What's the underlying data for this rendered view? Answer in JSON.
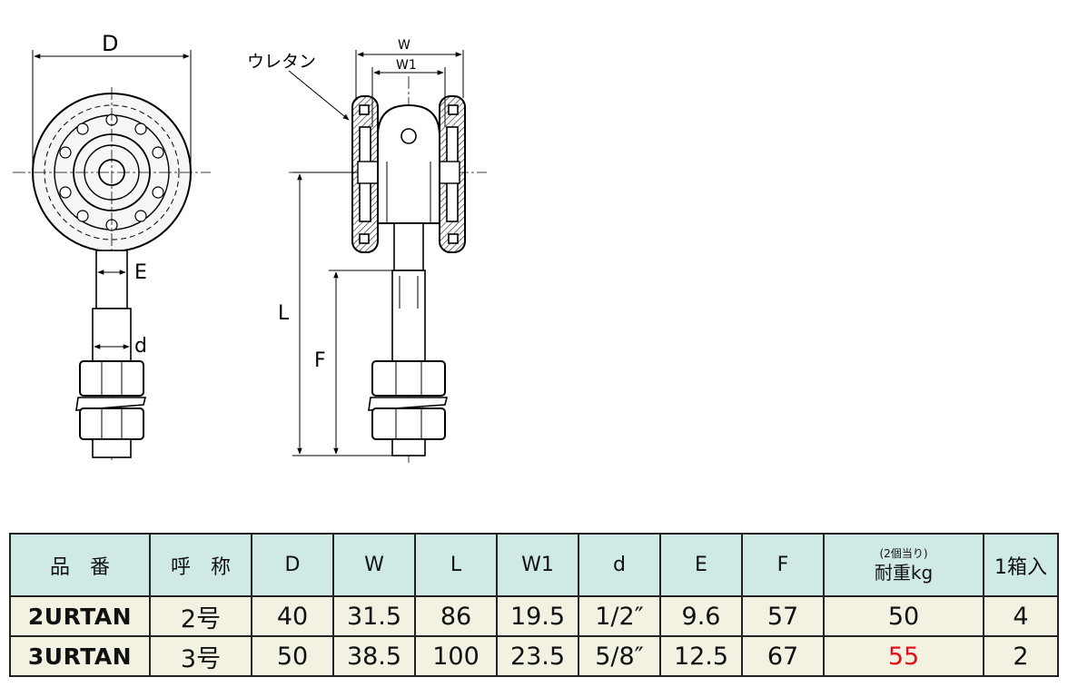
{
  "drawing": {
    "labels": {
      "D": "D",
      "E": "E",
      "d": "d",
      "W": "W",
      "W1": "W1",
      "L": "L",
      "F": "F",
      "urethane": "ウレタン"
    }
  },
  "table": {
    "headers": {
      "part_no": "品　番",
      "nominal": "呼　称",
      "D": "D",
      "W": "W",
      "L": "L",
      "W1": "W1",
      "d": "d",
      "E": "E",
      "F": "F",
      "load_note": "(2個当り)",
      "load": "耐重kg",
      "box": "1箱入"
    },
    "rows": [
      {
        "part_no": "2URTAN",
        "nominal": "2号",
        "D": "40",
        "W": "31.5",
        "L": "86",
        "W1": "19.5",
        "d": "1/2″",
        "E": "9.6",
        "F": "57",
        "load": "50",
        "box": "4"
      },
      {
        "part_no": "3URTAN",
        "nominal": "3号",
        "D": "50",
        "W": "38.5",
        "L": "100",
        "W1": "23.5",
        "d": "5/8″",
        "E": "12.5",
        "F": "67",
        "load": "55",
        "box": "2"
      }
    ],
    "highlight_color": "#e3101a"
  }
}
